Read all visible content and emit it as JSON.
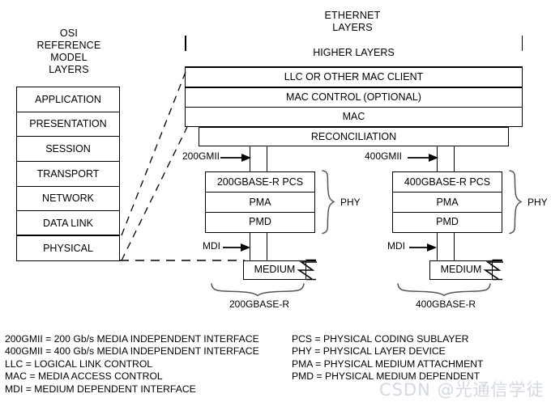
{
  "headings": {
    "osi_title": [
      "OSI",
      "REFERENCE",
      "MODEL",
      "LAYERS"
    ],
    "ethernet_title": [
      "ETHERNET",
      "LAYERS"
    ]
  },
  "osi_layers": [
    {
      "label": "APPLICATION"
    },
    {
      "label": "PRESENTATION"
    },
    {
      "label": "SESSION"
    },
    {
      "label": "TRANSPORT"
    },
    {
      "label": "NETWORK"
    },
    {
      "label": "DATA LINK"
    },
    {
      "label": "PHYSICAL"
    }
  ],
  "ethernet_layers": [
    {
      "label": "HIGHER LAYERS"
    },
    {
      "label": "LLC OR OTHER MAC CLIENT"
    },
    {
      "label": "MAC CONTROL (OPTIONAL)"
    },
    {
      "label": "MAC"
    },
    {
      "label": "RECONCILIATION"
    }
  ],
  "phy_stacks": [
    {
      "interface": "200GMII",
      "rows": [
        "200GBASE-R PCS",
        "PMA",
        "PMD"
      ],
      "mdi": "MDI",
      "medium": "MEDIUM",
      "brace_label": "PHY",
      "bottom_label": "200GBASE-R"
    },
    {
      "interface": "400GMII",
      "rows": [
        "400GBASE-R PCS",
        "PMA",
        "PMD"
      ],
      "mdi": "MDI",
      "medium": "MEDIUM",
      "brace_label": "PHY",
      "bottom_label": "400GBASE-R"
    }
  ],
  "legend": {
    "left": [
      "200GMII = 200 Gb/s MEDIA INDEPENDENT INTERFACE",
      "400GMII = 400 Gb/s MEDIA INDEPENDENT INTERFACE",
      "LLC = LOGICAL LINK CONTROL",
      "MAC = MEDIA ACCESS CONTROL",
      "MDI = MEDIUM DEPENDENT INTERFACE"
    ],
    "right": [
      "PCS = PHYSICAL CODING SUBLAYER",
      "PHY = PHYSICAL LAYER DEVICE",
      "PMA = PHYSICAL MEDIUM ATTACHMENT",
      "PMD = PHYSICAL MEDIUM DEPENDENT"
    ]
  },
  "watermark": {
    "text": "CSDN @光通信学徒",
    "color": "#d4d9e0"
  },
  "colors": {
    "line": "#000000",
    "background": "#ffffff"
  }
}
